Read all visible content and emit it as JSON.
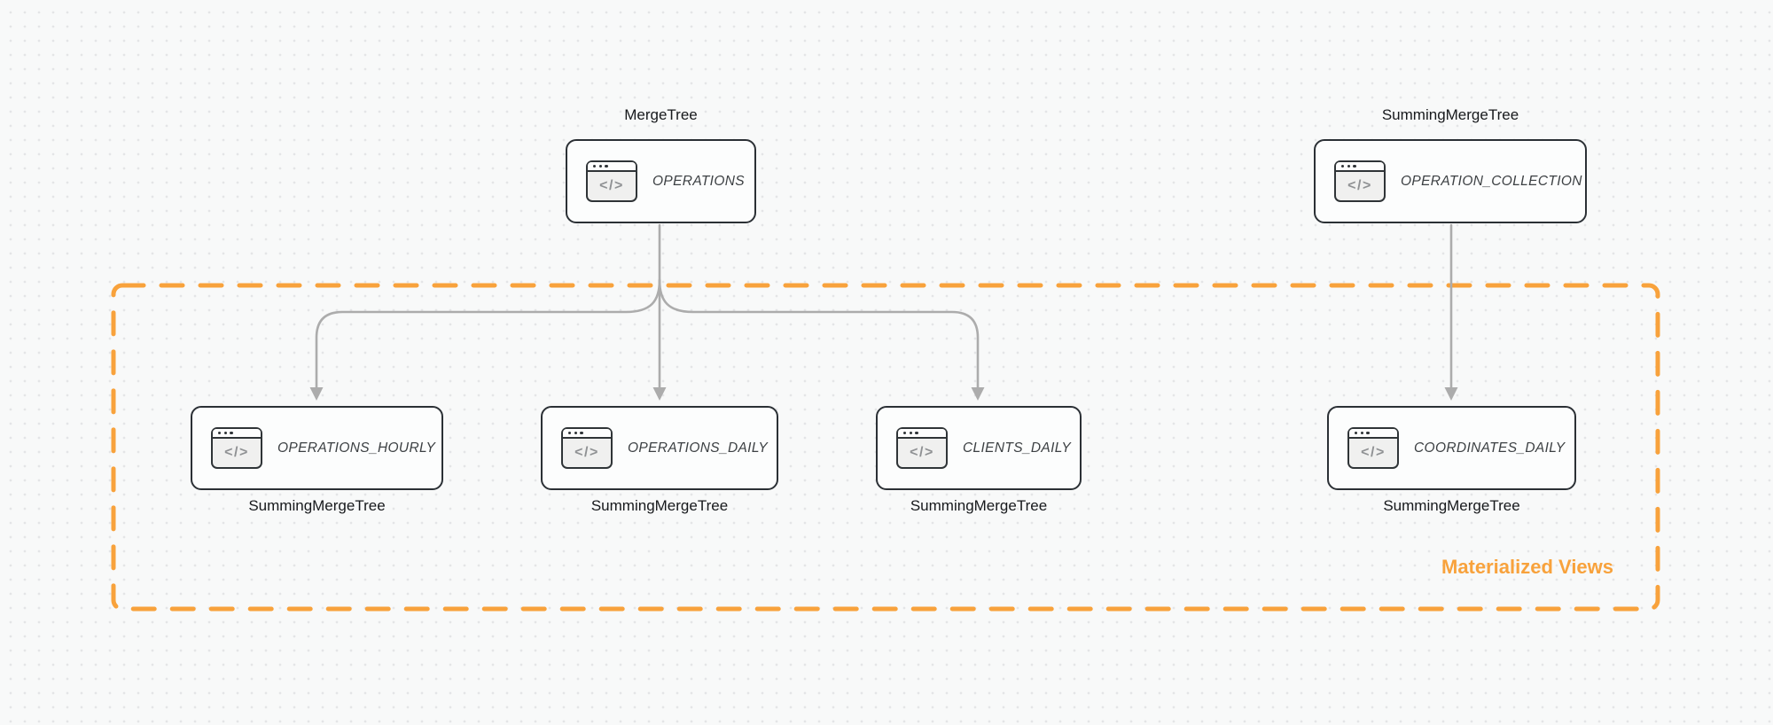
{
  "diagram_title": "",
  "colors": {
    "canvas_bg": "#f8f9f9",
    "dot": "#e4e5e7",
    "node_border": "#2b3035",
    "node_fill": "#fcfdfd",
    "icon_border": "#2f3437",
    "icon_body": "#f0f0ef",
    "icon_header": "#fdfdfd",
    "icon_glyph": "#8f9193",
    "title_text": "#3c4043",
    "engine_text": "#17191c",
    "arrow": "#acacac",
    "accent_orange": "#f8a23c"
  },
  "icons": {
    "code_glyph": "</>"
  },
  "group": {
    "label": "Materialized Views"
  },
  "nodes": [
    {
      "id": "operations",
      "title": "OPERATIONS",
      "engine": "MergeTree",
      "engine_position": "above"
    },
    {
      "id": "operation_collection",
      "title": "OPERATION_COLLECTION",
      "engine": "SummingMergeTree",
      "engine_position": "above"
    },
    {
      "id": "operations_hourly",
      "title": "OPERATIONS_HOURLY",
      "engine": "SummingMergeTree",
      "engine_position": "below"
    },
    {
      "id": "operations_daily",
      "title": "OPERATIONS_DAILY",
      "engine": "SummingMergeTree",
      "engine_position": "below"
    },
    {
      "id": "clients_daily",
      "title": "CLIENTS_DAILY",
      "engine": "SummingMergeTree",
      "engine_position": "below"
    },
    {
      "id": "coordinates_daily",
      "title": "COORDINATES_DAILY",
      "engine": "SummingMergeTree",
      "engine_position": "below"
    }
  ],
  "edges": [
    {
      "from": "OPERATIONS",
      "to": "OPERATIONS_HOURLY"
    },
    {
      "from": "OPERATIONS",
      "to": "OPERATIONS_DAILY"
    },
    {
      "from": "OPERATIONS",
      "to": "CLIENTS_DAILY"
    },
    {
      "from": "OPERATION_COLLECTION",
      "to": "COORDINATES_DAILY"
    }
  ]
}
